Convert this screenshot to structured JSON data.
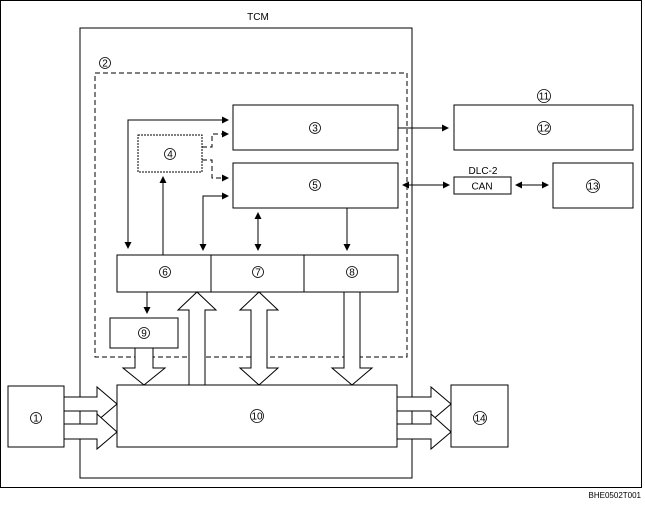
{
  "diagram": {
    "tcm_label": "TCM",
    "dlc_label": "DLC-2",
    "can_label": "CAN",
    "figure_code": "BHE0502T001",
    "numbers": {
      "n1": "1",
      "n2": "2",
      "n3": "3",
      "n4": "4",
      "n5": "5",
      "n6": "6",
      "n7": "7",
      "n8": "8",
      "n9": "9",
      "n10": "10",
      "n11": "11",
      "n12": "12",
      "n13": "13",
      "n14": "14"
    }
  }
}
